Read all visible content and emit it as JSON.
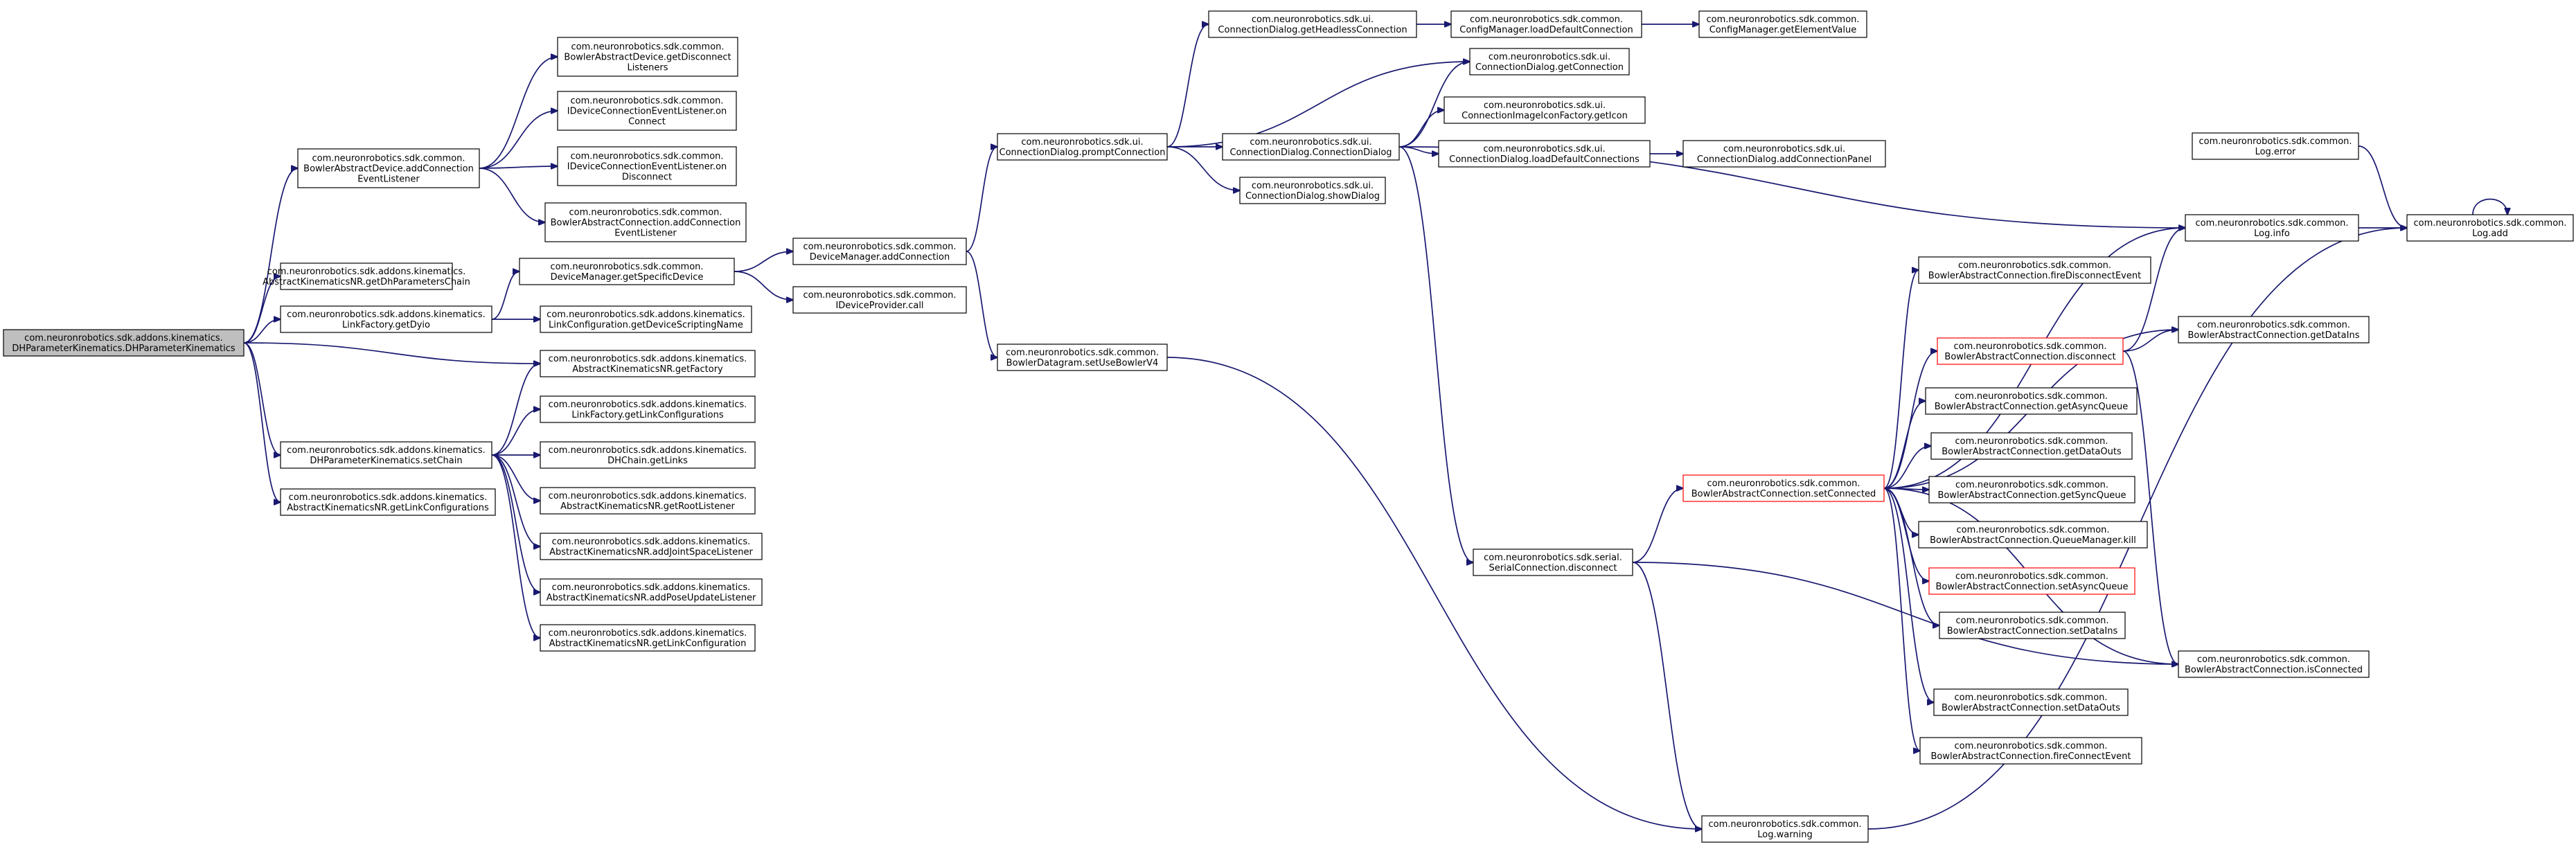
{
  "colors": {
    "edge": "#191970",
    "root_fill": "#bfbfbf",
    "red_border": "#ff0000"
  },
  "nodes": {
    "root": {
      "lines": [
        "com.neuronrobotics.sdk.addons.kinematics.",
        "DHParameterKinematics.DHParameterKinematics"
      ]
    },
    "addConnListener": {
      "lines": [
        "com.neuronrobotics.sdk.common.",
        "BowlerAbstractDevice.addConnection",
        "EventListener"
      ]
    },
    "getDisconnListeners": {
      "lines": [
        "com.neuronrobotics.sdk.common.",
        "BowlerAbstractDevice.getDisconnect",
        "Listeners"
      ]
    },
    "onConnect": {
      "lines": [
        "com.neuronrobotics.sdk.common.",
        "IDeviceConnectionEventListener.on",
        "Connect"
      ]
    },
    "onDisconnect": {
      "lines": [
        "com.neuronrobotics.sdk.common.",
        "IDeviceConnectionEventListener.on",
        "Disconnect"
      ]
    },
    "bacAddConnListener": {
      "lines": [
        "com.neuronrobotics.sdk.common.",
        "BowlerAbstractConnection.addConnection",
        "EventListener"
      ]
    },
    "getDhChain": {
      "lines": [
        "com.neuronrobotics.sdk.addons.kinematics.",
        "AbstractKinematicsNR.getDhParametersChain"
      ]
    },
    "getDyio": {
      "lines": [
        "com.neuronrobotics.sdk.addons.kinematics.",
        "LinkFactory.getDyio"
      ]
    },
    "getSpecificDevice": {
      "lines": [
        "com.neuronrobotics.sdk.common.",
        "DeviceManager.getSpecificDevice"
      ]
    },
    "getDeviceScripting": {
      "lines": [
        "com.neuronrobotics.sdk.addons.kinematics.",
        "LinkConfiguration.getDeviceScriptingName"
      ]
    },
    "dmAddConnection": {
      "lines": [
        "com.neuronrobotics.sdk.common.",
        "DeviceManager.addConnection"
      ]
    },
    "idpCall": {
      "lines": [
        "com.neuronrobotics.sdk.common.",
        "IDeviceProvider.call"
      ]
    },
    "getFactory": {
      "lines": [
        "com.neuronrobotics.sdk.addons.kinematics.",
        "AbstractKinematicsNR.getFactory"
      ]
    },
    "setChain": {
      "lines": [
        "com.neuronrobotics.sdk.addons.kinematics.",
        "DHParameterKinematics.setChain"
      ]
    },
    "getLinkConfigsAK": {
      "lines": [
        "com.neuronrobotics.sdk.addons.kinematics.",
        "AbstractKinematicsNR.getLinkConfigurations"
      ]
    },
    "lfGetLinkConfigs": {
      "lines": [
        "com.neuronrobotics.sdk.addons.kinematics.",
        "LinkFactory.getLinkConfigurations"
      ]
    },
    "dhGetLinks": {
      "lines": [
        "com.neuronrobotics.sdk.addons.kinematics.",
        "DHChain.getLinks"
      ]
    },
    "getRootListener": {
      "lines": [
        "com.neuronrobotics.sdk.addons.kinematics.",
        "AbstractKinematicsNR.getRootListener"
      ]
    },
    "addJointSpace": {
      "lines": [
        "com.neuronrobotics.sdk.addons.kinematics.",
        "AbstractKinematicsNR.addJointSpaceListener"
      ]
    },
    "addPoseUpdate": {
      "lines": [
        "com.neuronrobotics.sdk.addons.kinematics.",
        "AbstractKinematicsNR.addPoseUpdateListener"
      ]
    },
    "getLinkConfig": {
      "lines": [
        "com.neuronrobotics.sdk.addons.kinematics.",
        "AbstractKinematicsNR.getLinkConfiguration"
      ]
    },
    "promptConnection": {
      "lines": [
        "com.neuronrobotics.sdk.ui.",
        "ConnectionDialog.promptConnection"
      ]
    },
    "getHeadless": {
      "lines": [
        "com.neuronrobotics.sdk.ui.",
        "ConnectionDialog.getHeadlessConnection"
      ]
    },
    "loadDefaultConn": {
      "lines": [
        "com.neuronrobotics.sdk.common.",
        "ConfigManager.loadDefaultConnection"
      ]
    },
    "getElementValue": {
      "lines": [
        "com.neuronrobotics.sdk.common.",
        "ConfigManager.getElementValue"
      ]
    },
    "cdGetConnection": {
      "lines": [
        "com.neuronrobotics.sdk.ui.",
        "ConnectionDialog.getConnection"
      ]
    },
    "connectionDialog": {
      "lines": [
        "com.neuronrobotics.sdk.ui.",
        "ConnectionDialog.ConnectionDialog"
      ]
    },
    "getIcon": {
      "lines": [
        "com.neuronrobotics.sdk.ui.",
        "ConnectionImageIconFactory.getIcon"
      ]
    },
    "loadDefaultConns": {
      "lines": [
        "com.neuronrobotics.sdk.ui.",
        "ConnectionDialog.loadDefaultConnections"
      ]
    },
    "addConnPanel": {
      "lines": [
        "com.neuronrobotics.sdk.ui.",
        "ConnectionDialog.addConnectionPanel"
      ]
    },
    "showDialog": {
      "lines": [
        "com.neuronrobotics.sdk.ui.",
        "ConnectionDialog.showDialog"
      ]
    },
    "setUseBowlerV4": {
      "lines": [
        "com.neuronrobotics.sdk.common.",
        "BowlerDatagram.setUseBowlerV4"
      ]
    },
    "serialDisconnect": {
      "lines": [
        "com.neuronrobotics.sdk.serial.",
        "SerialConnection.disconnect"
      ]
    },
    "setConnected": {
      "lines": [
        "com.neuronrobotics.sdk.common.",
        "BowlerAbstractConnection.setConnected"
      ]
    },
    "fireDisconnect": {
      "lines": [
        "com.neuronrobotics.sdk.common.",
        "BowlerAbstractConnection.fireDisconnectEvent"
      ]
    },
    "bacDisconnect": {
      "lines": [
        "com.neuronrobotics.sdk.common.",
        "BowlerAbstractConnection.disconnect"
      ]
    },
    "getAsyncQueue": {
      "lines": [
        "com.neuronrobotics.sdk.common.",
        "BowlerAbstractConnection.getAsyncQueue"
      ]
    },
    "getDataOuts": {
      "lines": [
        "com.neuronrobotics.sdk.common.",
        "BowlerAbstractConnection.getDataOuts"
      ]
    },
    "getSyncQueue": {
      "lines": [
        "com.neuronrobotics.sdk.common.",
        "BowlerAbstractConnection.getSyncQueue"
      ]
    },
    "queueKill": {
      "lines": [
        "com.neuronrobotics.sdk.common.",
        "BowlerAbstractConnection.QueueManager.kill"
      ]
    },
    "setAsyncQueue": {
      "lines": [
        "com.neuronrobotics.sdk.common.",
        "BowlerAbstractConnection.setAsyncQueue"
      ]
    },
    "setDataIns": {
      "lines": [
        "com.neuronrobotics.sdk.common.",
        "BowlerAbstractConnection.setDataIns"
      ]
    },
    "setDataOuts": {
      "lines": [
        "com.neuronrobotics.sdk.common.",
        "BowlerAbstractConnection.setDataOuts"
      ]
    },
    "fireConnect": {
      "lines": [
        "com.neuronrobotics.sdk.common.",
        "BowlerAbstractConnection.fireConnectEvent"
      ]
    },
    "getDataIns": {
      "lines": [
        "com.neuronrobotics.sdk.common.",
        "BowlerAbstractConnection.getDataIns"
      ]
    },
    "isConnected": {
      "lines": [
        "com.neuronrobotics.sdk.common.",
        "BowlerAbstractConnection.isConnected"
      ]
    },
    "logError": {
      "lines": [
        "com.neuronrobotics.sdk.common.",
        "Log.error"
      ]
    },
    "logInfo": {
      "lines": [
        "com.neuronrobotics.sdk.common.",
        "Log.info"
      ]
    },
    "logAdd": {
      "lines": [
        "com.neuronrobotics.sdk.common.",
        "Log.add"
      ]
    },
    "logWarning": {
      "lines": [
        "com.neuronrobotics.sdk.common.",
        "Log.warning"
      ]
    }
  }
}
